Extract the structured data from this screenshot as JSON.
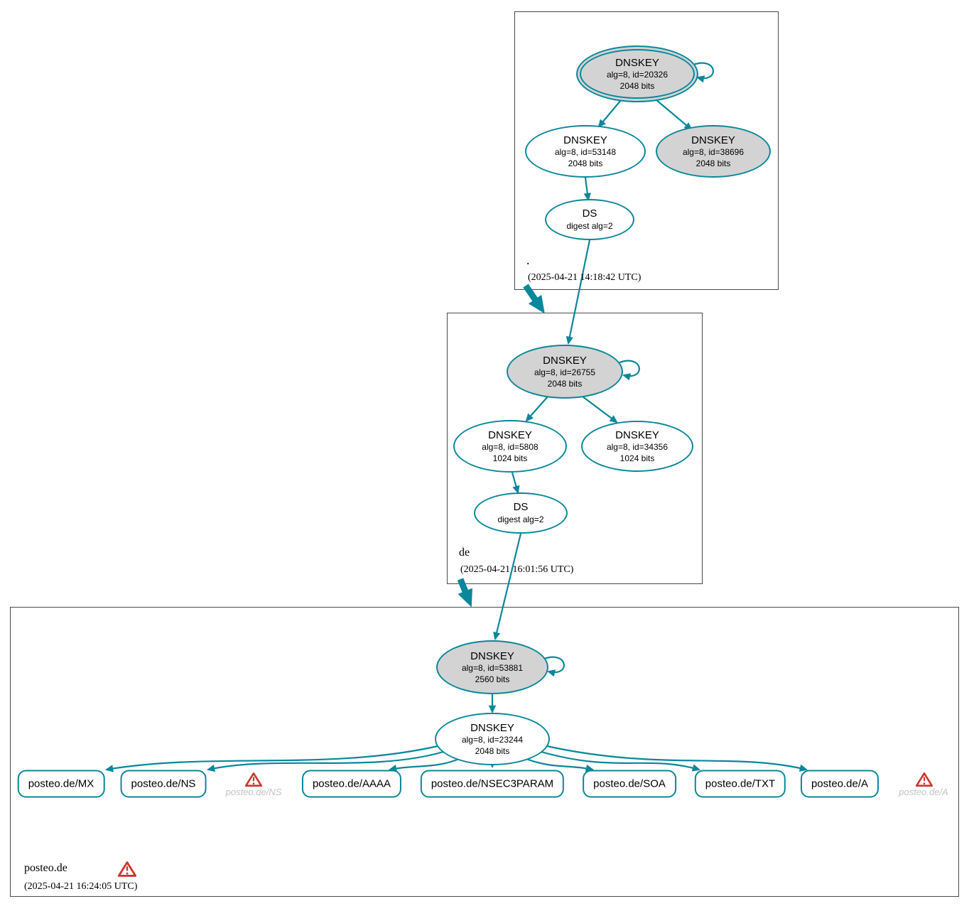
{
  "colors": {
    "edge": "#0a879a",
    "ksk_fill": "#d3d3d3",
    "warning": "#ce352c",
    "muted_label": "#c3c3c3"
  },
  "zones": {
    "root": {
      "name": ".",
      "timestamp": "(2025-04-21 14:18:42 UTC)",
      "ksk": {
        "title": "DNSKEY",
        "alg": "alg=8, id=20326",
        "bits": "2048 bits"
      },
      "zsk1": {
        "title": "DNSKEY",
        "alg": "alg=8, id=53148",
        "bits": "2048 bits"
      },
      "zsk2": {
        "title": "DNSKEY",
        "alg": "alg=8, id=38696",
        "bits": "2048 bits"
      },
      "ds": {
        "title": "DS",
        "digest": "digest alg=2"
      }
    },
    "de": {
      "name": "de",
      "timestamp": "(2025-04-21 16:01:56 UTC)",
      "ksk": {
        "title": "DNSKEY",
        "alg": "alg=8, id=26755",
        "bits": "2048 bits"
      },
      "zsk1": {
        "title": "DNSKEY",
        "alg": "alg=8, id=5808",
        "bits": "1024 bits"
      },
      "zsk2": {
        "title": "DNSKEY",
        "alg": "alg=8, id=34356",
        "bits": "1024 bits"
      },
      "ds": {
        "title": "DS",
        "digest": "digest alg=2"
      }
    },
    "posteo": {
      "name": "posteo.de",
      "timestamp": "(2025-04-21 16:24:05 UTC)",
      "ksk": {
        "title": "DNSKEY",
        "alg": "alg=8, id=53881",
        "bits": "2560 bits"
      },
      "zsk": {
        "title": "DNSKEY",
        "alg": "alg=8, id=23244",
        "bits": "2048 bits"
      },
      "rrsets": [
        {
          "label": "posteo.de/MX"
        },
        {
          "label": "posteo.de/NS"
        },
        {
          "label": "posteo.de/AAAA"
        },
        {
          "label": "posteo.de/NSEC3PARAM"
        },
        {
          "label": "posteo.de/SOA"
        },
        {
          "label": "posteo.de/TXT"
        },
        {
          "label": "posteo.de/A"
        }
      ],
      "insecure_rrsets": [
        {
          "label": "posteo.de/NS"
        },
        {
          "label": "posteo.de/A"
        }
      ]
    }
  }
}
